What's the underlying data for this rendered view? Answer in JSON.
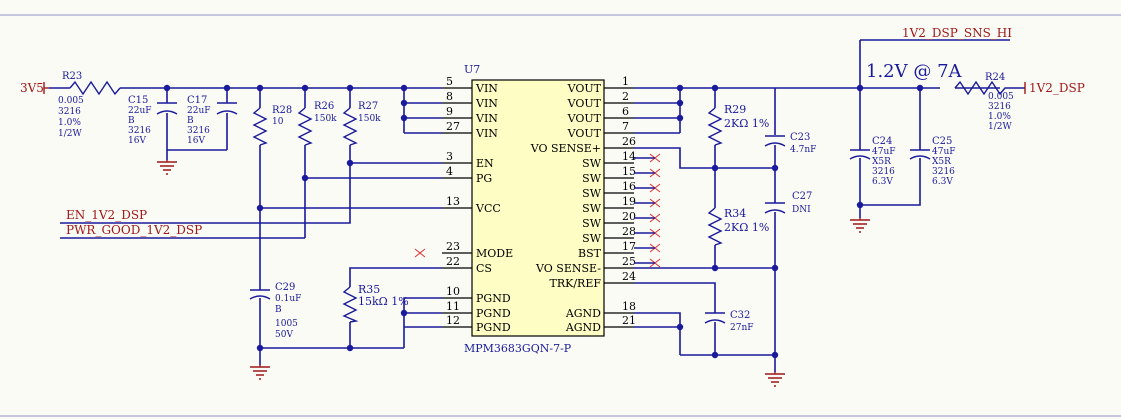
{
  "chip": {
    "designator": "U7",
    "part": "MPM3683GQN-7-P",
    "left_pins": [
      {
        "num": "5",
        "name": "VIN"
      },
      {
        "num": "8",
        "name": "VIN"
      },
      {
        "num": "9",
        "name": "VIN"
      },
      {
        "num": "27",
        "name": "VIN"
      },
      {
        "num": "3",
        "name": "EN"
      },
      {
        "num": "4",
        "name": "PG"
      },
      {
        "num": "13",
        "name": "VCC"
      },
      {
        "num": "23",
        "name": "MODE"
      },
      {
        "num": "22",
        "name": "CS"
      },
      {
        "num": "10",
        "name": "PGND"
      },
      {
        "num": "11",
        "name": "PGND"
      },
      {
        "num": "12",
        "name": "PGND"
      }
    ],
    "right_pins": [
      {
        "num": "1",
        "name": "VOUT"
      },
      {
        "num": "2",
        "name": "VOUT"
      },
      {
        "num": "6",
        "name": "VOUT"
      },
      {
        "num": "7",
        "name": "VOUT"
      },
      {
        "num": "26",
        "name": "VO SENSE+"
      },
      {
        "num": "14",
        "name": "SW"
      },
      {
        "num": "15",
        "name": "SW"
      },
      {
        "num": "16",
        "name": "SW"
      },
      {
        "num": "19",
        "name": "SW"
      },
      {
        "num": "20",
        "name": "SW"
      },
      {
        "num": "28",
        "name": "SW"
      },
      {
        "num": "17",
        "name": "BST"
      },
      {
        "num": "25",
        "name": "VO SENSE-"
      },
      {
        "num": "24",
        "name": "TRK/REF"
      },
      {
        "num": "18",
        "name": "AGND"
      },
      {
        "num": "21",
        "name": "AGND"
      }
    ]
  },
  "nets": {
    "power_in": "3V5",
    "power_out": "1V2_DSP",
    "sense_hi": "1V2_DSP_SNS_HI",
    "enable": "EN_1V2_DSP",
    "power_good": "PWR_GOOD_1V2_DSP"
  },
  "annotation": "1.2V @ 7A",
  "components": {
    "R23": {
      "des": "R23",
      "lines": [
        "0.005",
        "3216",
        "1.0%",
        "1/2W"
      ]
    },
    "R24": {
      "des": "R24",
      "lines": [
        "0.005",
        "3216",
        "1.0%",
        "1/2W"
      ]
    },
    "C15": {
      "des": "C15",
      "lines": [
        "22uF",
        "B",
        "3216",
        "16V"
      ]
    },
    "C17": {
      "des": "C17",
      "lines": [
        "22uF",
        "B",
        "3216",
        "16V"
      ]
    },
    "R28": {
      "des": "R28",
      "lines": [
        "10"
      ]
    },
    "R26": {
      "des": "R26",
      "lines": [
        "150k"
      ]
    },
    "R27": {
      "des": "R27",
      "lines": [
        "150k"
      ]
    },
    "C29": {
      "des": "C29",
      "lines": [
        "0.1uF",
        "B",
        "1005",
        "50V"
      ]
    },
    "R35": {
      "des": "R35",
      "lines": [
        "15kΩ 1%"
      ]
    },
    "R29": {
      "des": "R29",
      "lines": [
        "2KΩ 1%"
      ]
    },
    "R34": {
      "des": "R34",
      "lines": [
        "2KΩ 1%"
      ]
    },
    "C23": {
      "des": "C23",
      "lines": [
        "4.7nF"
      ]
    },
    "C27": {
      "des": "C27",
      "lines": [
        "DNI"
      ]
    },
    "C32": {
      "des": "C32",
      "lines": [
        "27nF"
      ]
    },
    "C24": {
      "des": "C24",
      "lines": [
        "47uF",
        "X5R",
        "3216",
        "6.3V"
      ]
    },
    "C25": {
      "des": "C25",
      "lines": [
        "47uF",
        "X5R",
        "3216",
        "6.3V"
      ]
    }
  }
}
